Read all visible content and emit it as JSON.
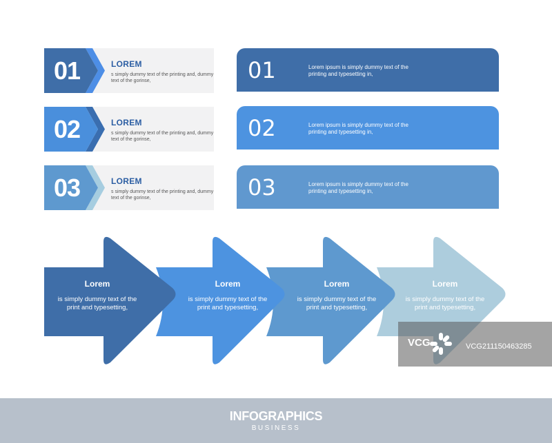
{
  "left_items": [
    {
      "number": "01",
      "title": "LOREM",
      "desc": "s simply dummy text of the printing and, dummy text of the gorinse,",
      "color": "#3f6ea8",
      "accent": "#4d8ee6"
    },
    {
      "number": "02",
      "title": "LOREM",
      "desc": "s simply dummy text of the printing and, dummy text of the gorinse,",
      "color": "#4a8fdc",
      "accent": "#3a6eb0"
    },
    {
      "number": "03",
      "title": "LOREM",
      "desc": "s simply dummy text of the printing and, dummy text of the gorinse,",
      "color": "#5e99cf",
      "accent": "#a6cde0"
    }
  ],
  "right_items": [
    {
      "number": "01",
      "text": "Lorem ipsum is simply dummy text of the printing and typesetting in,",
      "color": "#3f6ea8"
    },
    {
      "number": "02",
      "text": "Lorem ipsum is simply dummy text of the printing and typesetting in,",
      "color": "#4d93e0"
    },
    {
      "number": "03",
      "text": "Lorem ipsum is simply dummy text of the printing and typesetting in,",
      "color": "#6098cf"
    }
  ],
  "arrows": [
    {
      "title": "Lorem",
      "body": "is simply dummy text of the print and typesetting,",
      "color": "#3f6ea8"
    },
    {
      "title": "Lorem",
      "body": "is simply dummy text of the print and typesetting,",
      "color": "#4d93e0"
    },
    {
      "title": "Lorem",
      "body": "is simply dummy text of the print and typesetting,",
      "color": "#5e99cf"
    },
    {
      "title": "Lorem",
      "body": "is simply dummy text of the print and typesetting,",
      "color": "#a9cadb"
    }
  ],
  "watermark": {
    "logo": "VCG",
    "code": "VCG211150463285"
  },
  "footer": {
    "title": "INFOGRAPHICS",
    "subtitle": "BUSINESS"
  }
}
